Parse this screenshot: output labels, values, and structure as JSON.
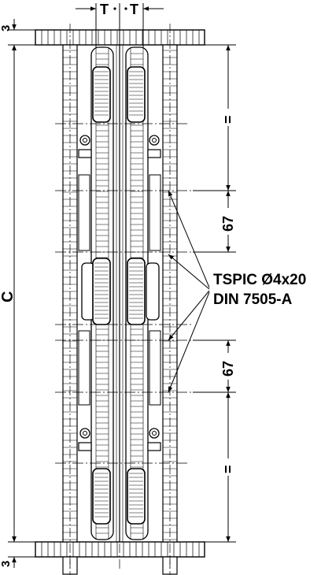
{
  "dimensions": {
    "top_thickness": "3",
    "bottom_thickness": "3",
    "overall_height": "C",
    "spacing_left": "T",
    "spacing_right": "T",
    "upper_equal": "=",
    "lower_equal": "=",
    "upper_pitch": "67",
    "lower_pitch": "67"
  },
  "callout": {
    "line1": "TSPIC Ø4x20",
    "line2": "DIN 7505-A"
  },
  "colors": {
    "ink": "#000000",
    "paper": "#ffffff"
  }
}
